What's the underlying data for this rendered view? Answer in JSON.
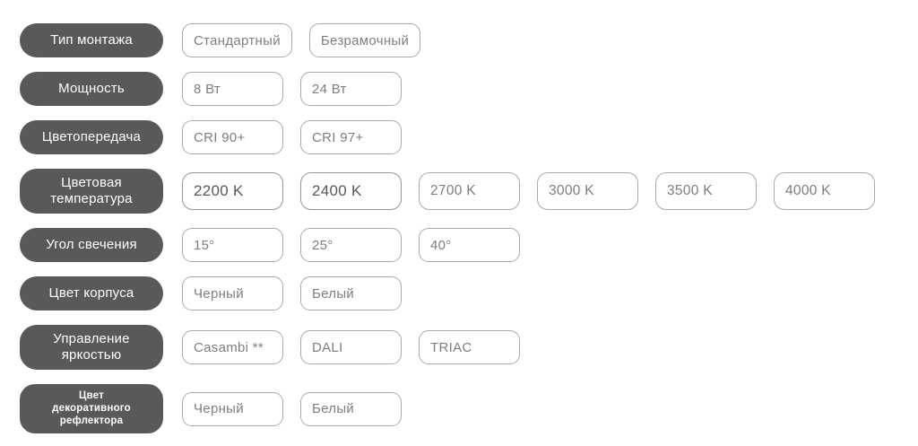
{
  "panel": {
    "colors": {
      "label_background": "#58595b",
      "label_text": "#ffffff",
      "option_border": "#a8aaad",
      "option_text": "#7c7e81",
      "option_selected_border": "#939598",
      "option_selected_text": "#58595b"
    },
    "rows": [
      {
        "label": "Тип монтажа",
        "options": [
          "Стандартный",
          "Безрамочный"
        ]
      },
      {
        "label": "Мощность",
        "options": [
          "8 Вт",
          "24 Вт"
        ]
      },
      {
        "label": "Цветопередача",
        "options": [
          "CRI 90+",
          "CRI 97+"
        ]
      },
      {
        "label": "Цветовая температура",
        "options": [
          "2200 K",
          "2400 K",
          "2700 K",
          "3000 K",
          "3500 K",
          "4000 K"
        ]
      },
      {
        "label": "Угол свечения",
        "options": [
          "15°",
          "25°",
          "40°"
        ]
      },
      {
        "label": "Цвет корпуса",
        "options": [
          "Черный",
          "Белый"
        ]
      },
      {
        "label": "Управление яркостью",
        "options": [
          "Casambi **",
          "DALI",
          "TRIAC"
        ]
      },
      {
        "label": "Цвет декоративного рефлектора",
        "options": [
          "Черный",
          "Белый"
        ]
      }
    ]
  }
}
